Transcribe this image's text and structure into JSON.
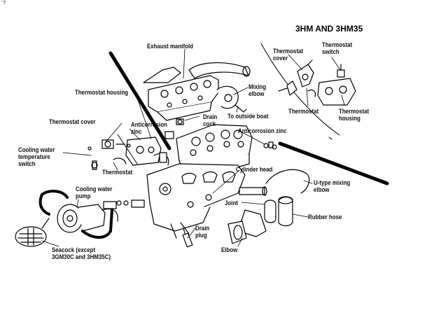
{
  "title": "3HM AND 3HM35",
  "corner_mark": "'7",
  "labels": {
    "exhaust_manifold": "Exhaust manifold",
    "mixing_elbow": "Mixing\nelbow",
    "to_outside_boat": "To outside boat",
    "drain_cock": "Drain\ncock",
    "anticorrosion_zinc_right": "Anticorrosion zinc",
    "anticorrosion_zinc_left": "Anticorrosion\nzinc",
    "thermostat_housing_left": "Thermostat housing",
    "thermostat_cover_left": "Thermostat cover",
    "cooling_water_temp_switch": "Cooling water\ntemperature\nswitch",
    "thermostat_left": "Thermostat",
    "cylinder_head": "Cylinder head",
    "cooling_water_pump": "Cooling water\npump",
    "drain_plug": "Drain\nplug",
    "seacock": "Seacock (except\n3GM30C and 3HM35C)",
    "u_type_mixing_elbow": "U-type mixing\nelbow",
    "joint": "Joint",
    "rubber_hose": "Rubber hose",
    "elbow": "Elbow",
    "thermostat_cover_inset": "Thermostat\ncover",
    "thermostat_switch_inset": "Thermostat\nswitch",
    "thermostat_inset": "Thermostat",
    "thermostat_housing_inset": "Thermostat\nhousing"
  }
}
